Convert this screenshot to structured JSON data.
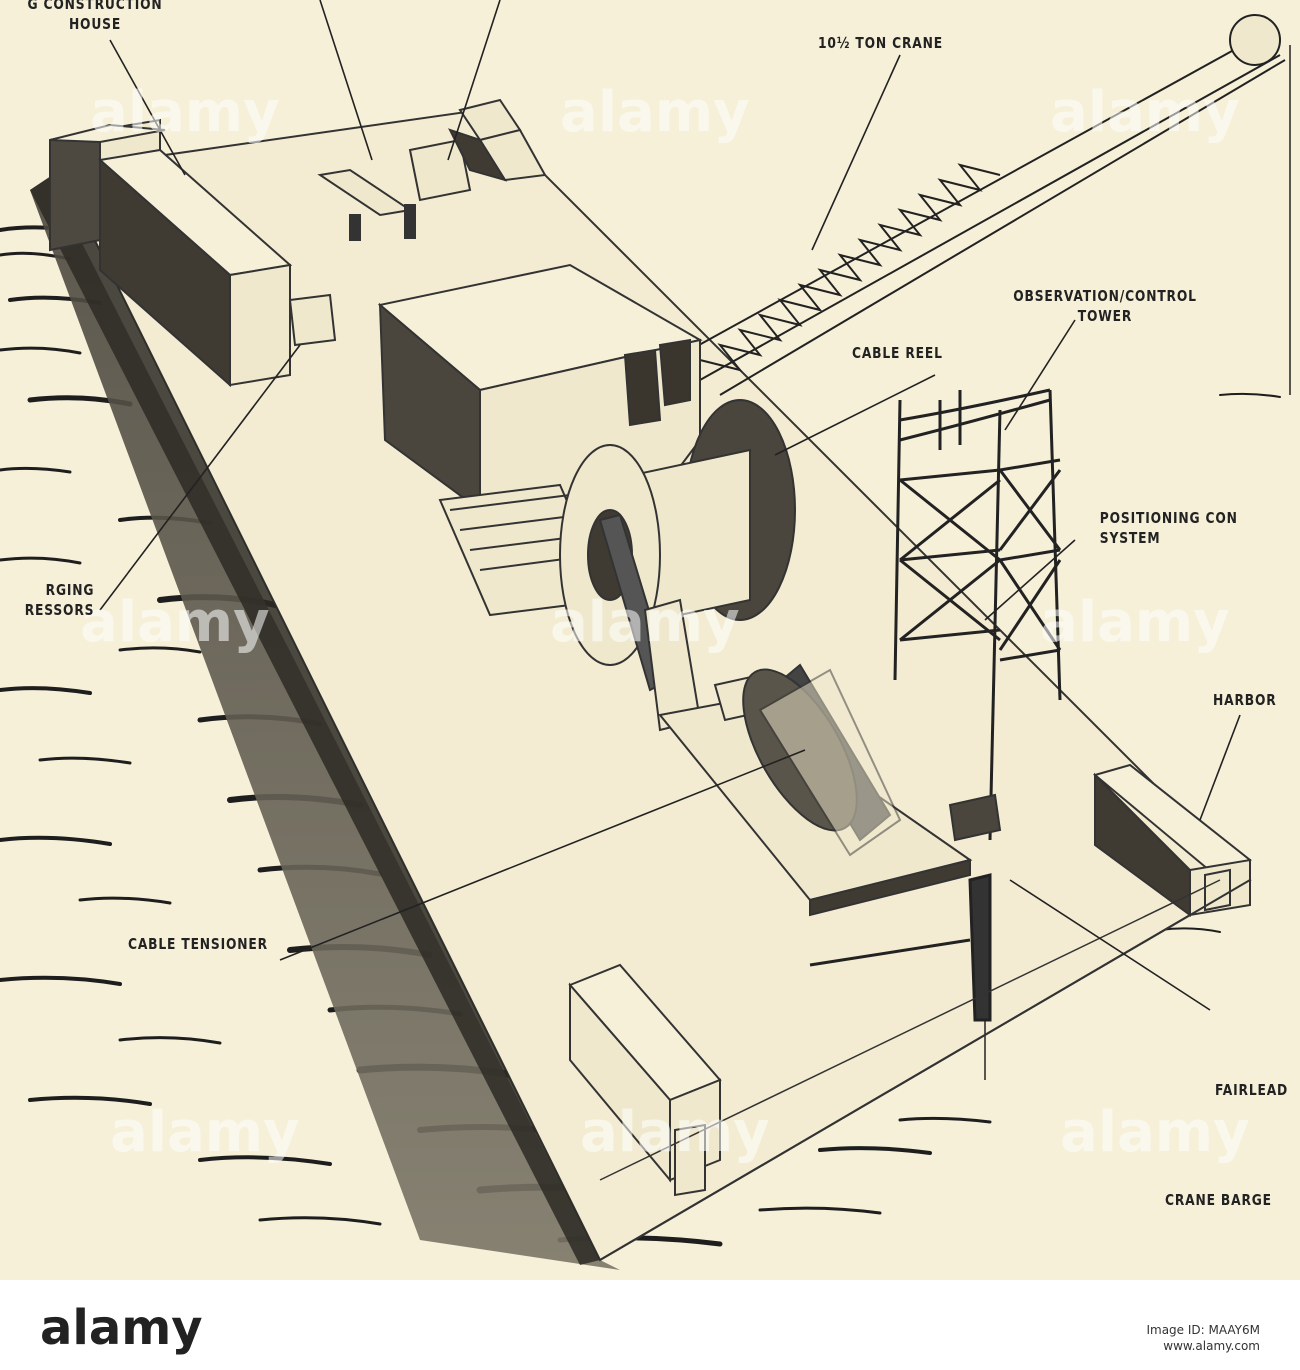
{
  "labels": {
    "construction_house": "G CONSTRUCTION\nHOUSE",
    "crane": "10½ TON CRANE",
    "observation_tower": "OBSERVATION/CONTROL\nTOWER",
    "cable_reel": "CABLE REEL",
    "positioning_control": "POSITIONING CON\nSYSTEM",
    "compressors": "RGING\nRESSORS",
    "harbor": "HARBOR",
    "cable_tensioner": "CABLE TENSIONER",
    "fairlead": "FAIRLEAD",
    "crane_barge": "CRANE BARGE"
  },
  "watermark": "alamy",
  "footer": {
    "logo": "alamy",
    "image_id_label": "Image ID: MAAY6M",
    "url": "www.alamy.com"
  }
}
